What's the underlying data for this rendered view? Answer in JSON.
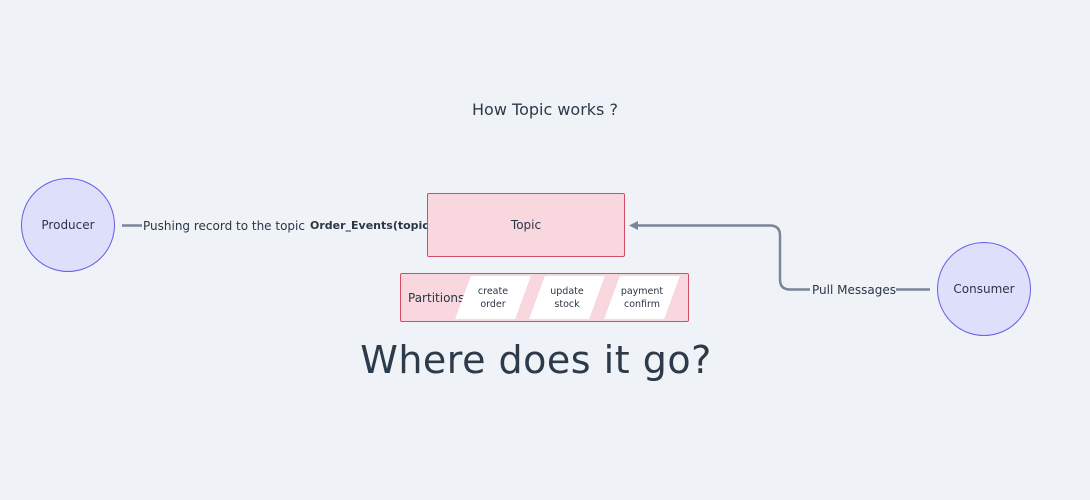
{
  "title": "How Topic works ?",
  "producer": {
    "label": "Producer"
  },
  "consumer": {
    "label": "Consumer"
  },
  "push_edge": {
    "label": "Pushing record to the topic"
  },
  "topic_name": "Order_Events(topic)",
  "topic": {
    "label": "Topic"
  },
  "pull_edge": {
    "label": "Pull Messages"
  },
  "partitions": {
    "label": "Partitions",
    "items": [
      {
        "label": "create order"
      },
      {
        "label": "update stock"
      },
      {
        "label": "payment confirm"
      }
    ]
  },
  "question": "Where does it go?",
  "colors": {
    "background": "#eff3f7",
    "node_fill": "#dedffb",
    "node_stroke": "#6a5ce8",
    "topic_fill": "#f8d8de",
    "topic_stroke": "#d64b64",
    "edge": "#7a8595"
  }
}
